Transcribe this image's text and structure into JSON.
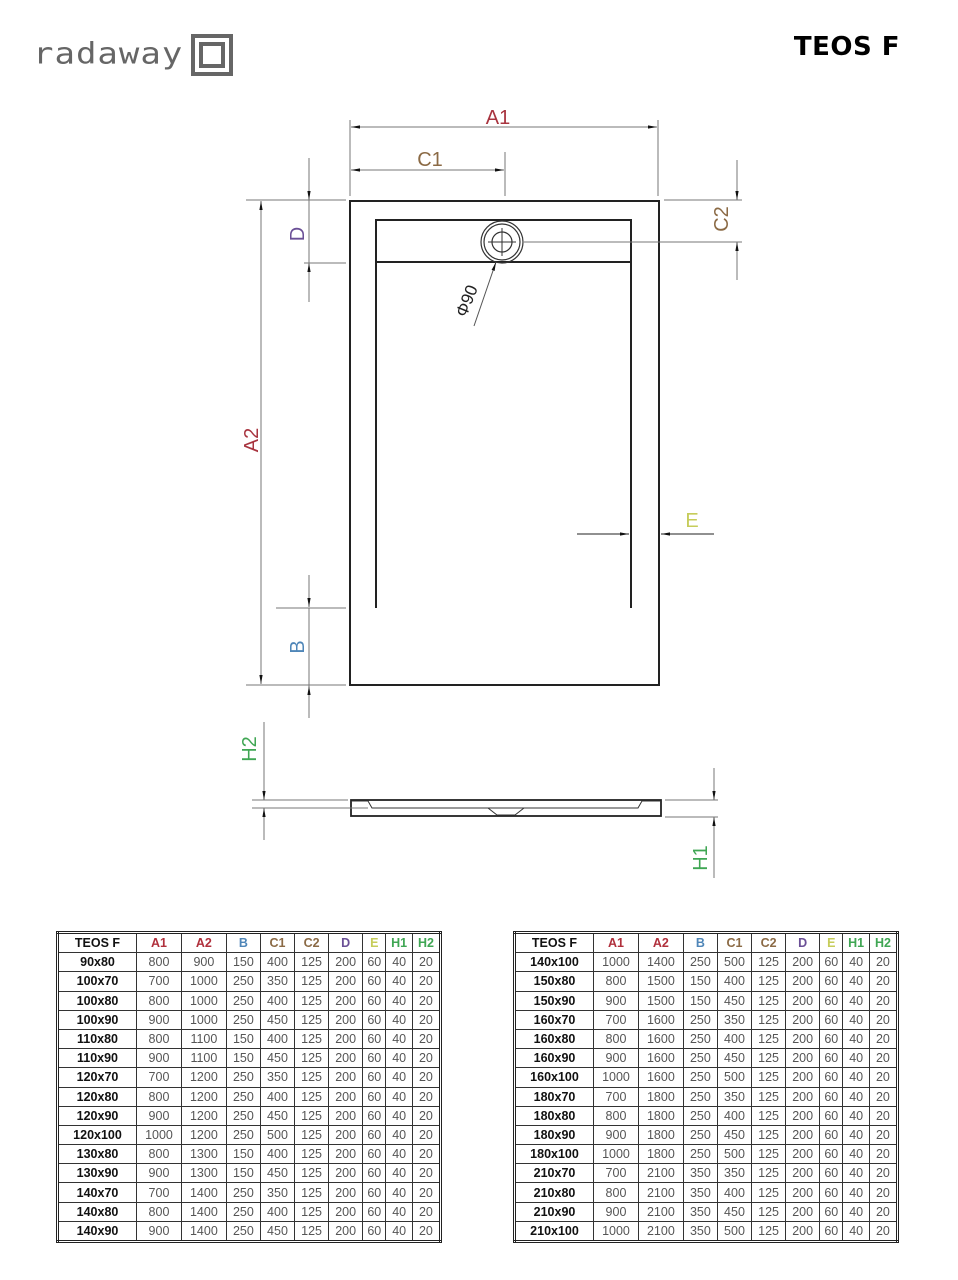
{
  "header": {
    "brand": "radaway",
    "model_title": "TEOS F"
  },
  "drawing": {
    "labels": {
      "A1": "A1",
      "A2": "A2",
      "B": "B",
      "C1": "C1",
      "C2": "C2",
      "D": "D",
      "E": "E",
      "H1": "H1",
      "H2": "H2",
      "drain_diameter": "Φ90"
    },
    "colors": {
      "A1": "#a8343f",
      "A2": "#a8343f",
      "B": "#4f86b8",
      "C1": "#8b6a45",
      "C2": "#8b6a45",
      "D": "#6a4f96",
      "E": "#c6cc5a",
      "H1": "#3fa653",
      "H2": "#3fa653",
      "line": "#222222",
      "dim": "#777777"
    }
  },
  "table": {
    "columns": [
      {
        "key": "model",
        "label": "TEOS F",
        "color": "#111111"
      },
      {
        "key": "A1",
        "label": "A1",
        "color": "#b0303c"
      },
      {
        "key": "A2",
        "label": "A2",
        "color": "#b0303c"
      },
      {
        "key": "B",
        "label": "B",
        "color": "#4f86b8"
      },
      {
        "key": "C1",
        "label": "C1",
        "color": "#8b6a45"
      },
      {
        "key": "C2",
        "label": "C2",
        "color": "#8b6a45"
      },
      {
        "key": "D",
        "label": "D",
        "color": "#6a4f96"
      },
      {
        "key": "E",
        "label": "E",
        "color": "#c6cc5a"
      },
      {
        "key": "H1",
        "label": "H1",
        "color": "#3fa653"
      },
      {
        "key": "H2",
        "label": "H2",
        "color": "#3fa653"
      }
    ],
    "left_rows": [
      [
        "90x80",
        "800",
        "900",
        "150",
        "400",
        "125",
        "200",
        "60",
        "40",
        "20"
      ],
      [
        "100x70",
        "700",
        "1000",
        "250",
        "350",
        "125",
        "200",
        "60",
        "40",
        "20"
      ],
      [
        "100x80",
        "800",
        "1000",
        "250",
        "400",
        "125",
        "200",
        "60",
        "40",
        "20"
      ],
      [
        "100x90",
        "900",
        "1000",
        "250",
        "450",
        "125",
        "200",
        "60",
        "40",
        "20"
      ],
      [
        "110x80",
        "800",
        "1100",
        "150",
        "400",
        "125",
        "200",
        "60",
        "40",
        "20"
      ],
      [
        "110x90",
        "900",
        "1100",
        "150",
        "450",
        "125",
        "200",
        "60",
        "40",
        "20"
      ],
      [
        "120x70",
        "700",
        "1200",
        "250",
        "350",
        "125",
        "200",
        "60",
        "40",
        "20"
      ],
      [
        "120x80",
        "800",
        "1200",
        "250",
        "400",
        "125",
        "200",
        "60",
        "40",
        "20"
      ],
      [
        "120x90",
        "900",
        "1200",
        "250",
        "450",
        "125",
        "200",
        "60",
        "40",
        "20"
      ],
      [
        "120x100",
        "1000",
        "1200",
        "250",
        "500",
        "125",
        "200",
        "60",
        "40",
        "20"
      ],
      [
        "130x80",
        "800",
        "1300",
        "150",
        "400",
        "125",
        "200",
        "60",
        "40",
        "20"
      ],
      [
        "130x90",
        "900",
        "1300",
        "150",
        "450",
        "125",
        "200",
        "60",
        "40",
        "20"
      ],
      [
        "140x70",
        "700",
        "1400",
        "250",
        "350",
        "125",
        "200",
        "60",
        "40",
        "20"
      ],
      [
        "140x80",
        "800",
        "1400",
        "250",
        "400",
        "125",
        "200",
        "60",
        "40",
        "20"
      ],
      [
        "140x90",
        "900",
        "1400",
        "250",
        "450",
        "125",
        "200",
        "60",
        "40",
        "20"
      ]
    ],
    "right_rows": [
      [
        "140x100",
        "1000",
        "1400",
        "250",
        "500",
        "125",
        "200",
        "60",
        "40",
        "20"
      ],
      [
        "150x80",
        "800",
        "1500",
        "150",
        "400",
        "125",
        "200",
        "60",
        "40",
        "20"
      ],
      [
        "150x90",
        "900",
        "1500",
        "150",
        "450",
        "125",
        "200",
        "60",
        "40",
        "20"
      ],
      [
        "160x70",
        "700",
        "1600",
        "250",
        "350",
        "125",
        "200",
        "60",
        "40",
        "20"
      ],
      [
        "160x80",
        "800",
        "1600",
        "250",
        "400",
        "125",
        "200",
        "60",
        "40",
        "20"
      ],
      [
        "160x90",
        "900",
        "1600",
        "250",
        "450",
        "125",
        "200",
        "60",
        "40",
        "20"
      ],
      [
        "160x100",
        "1000",
        "1600",
        "250",
        "500",
        "125",
        "200",
        "60",
        "40",
        "20"
      ],
      [
        "180x70",
        "700",
        "1800",
        "250",
        "350",
        "125",
        "200",
        "60",
        "40",
        "20"
      ],
      [
        "180x80",
        "800",
        "1800",
        "250",
        "400",
        "125",
        "200",
        "60",
        "40",
        "20"
      ],
      [
        "180x90",
        "900",
        "1800",
        "250",
        "450",
        "125",
        "200",
        "60",
        "40",
        "20"
      ],
      [
        "180x100",
        "1000",
        "1800",
        "250",
        "500",
        "125",
        "200",
        "60",
        "40",
        "20"
      ],
      [
        "210x70",
        "700",
        "2100",
        "350",
        "350",
        "125",
        "200",
        "60",
        "40",
        "20"
      ],
      [
        "210x80",
        "800",
        "2100",
        "350",
        "400",
        "125",
        "200",
        "60",
        "40",
        "20"
      ],
      [
        "210x90",
        "900",
        "2100",
        "350",
        "450",
        "125",
        "200",
        "60",
        "40",
        "20"
      ],
      [
        "210x100",
        "1000",
        "2100",
        "350",
        "500",
        "125",
        "200",
        "60",
        "40",
        "20"
      ]
    ]
  }
}
